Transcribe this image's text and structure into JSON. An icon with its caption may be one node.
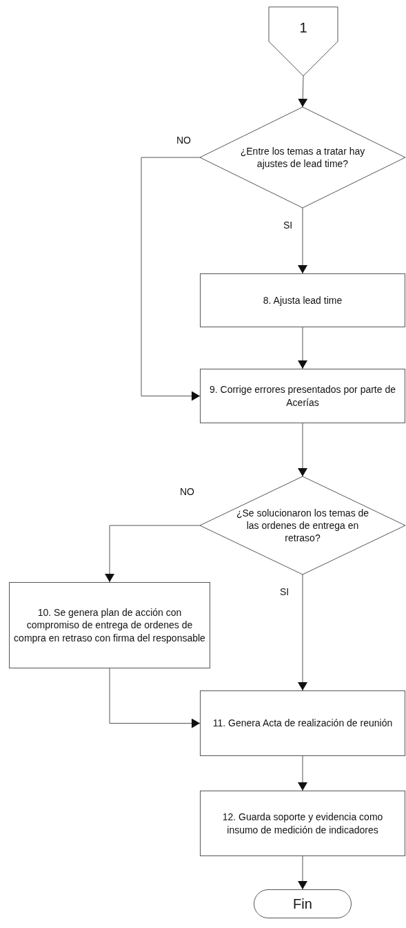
{
  "diagram": {
    "nodes": [
      {
        "text": [
          "1"
        ]
      },
      {
        "text": [
          "¿Entre los temas a tratar hay ajustes de lead time?"
        ]
      },
      {
        "text": [
          "8. Ajusta lead time"
        ]
      },
      {
        "text": [
          "9.  Corrige errores presentados por parte de Acerías"
        ]
      },
      {
        "text": [
          "¿Se solucionaron los temas de las ordenes de entrega en retraso?"
        ]
      },
      {
        "text": [
          "10. Se genera plan de acción con compromiso de entrega de ordenes de compra en retraso con firma del responsable"
        ]
      },
      {
        "text": [
          "11. Genera Acta de realización de reunión"
        ]
      },
      {
        "text": [
          "12. Guarda soporte y evidencia como insumo de medición de indicadores"
        ]
      },
      {
        "text": [
          "Fin"
        ]
      }
    ],
    "edges": [
      {
        "from": 0,
        "to": 1,
        "arrow": "to"
      },
      {
        "from": 1,
        "to": 3,
        "arrow": "to",
        "label": "NO"
      },
      {
        "from": 1,
        "to": 2,
        "arrow": "to",
        "label": "SI"
      },
      {
        "from": 2,
        "to": 3,
        "arrow": "to"
      },
      {
        "from": 3,
        "to": 4,
        "arrow": "to"
      },
      {
        "from": 4,
        "to": 5,
        "arrow": "to",
        "label": "NO"
      },
      {
        "from": 4,
        "to": 6,
        "arrow": "to",
        "label": "SI"
      },
      {
        "from": 5,
        "to": 6,
        "arrow": "to"
      },
      {
        "from": 6,
        "to": 7,
        "arrow": "to"
      },
      {
        "from": 7,
        "to": 8,
        "arrow": "to"
      }
    ]
  }
}
